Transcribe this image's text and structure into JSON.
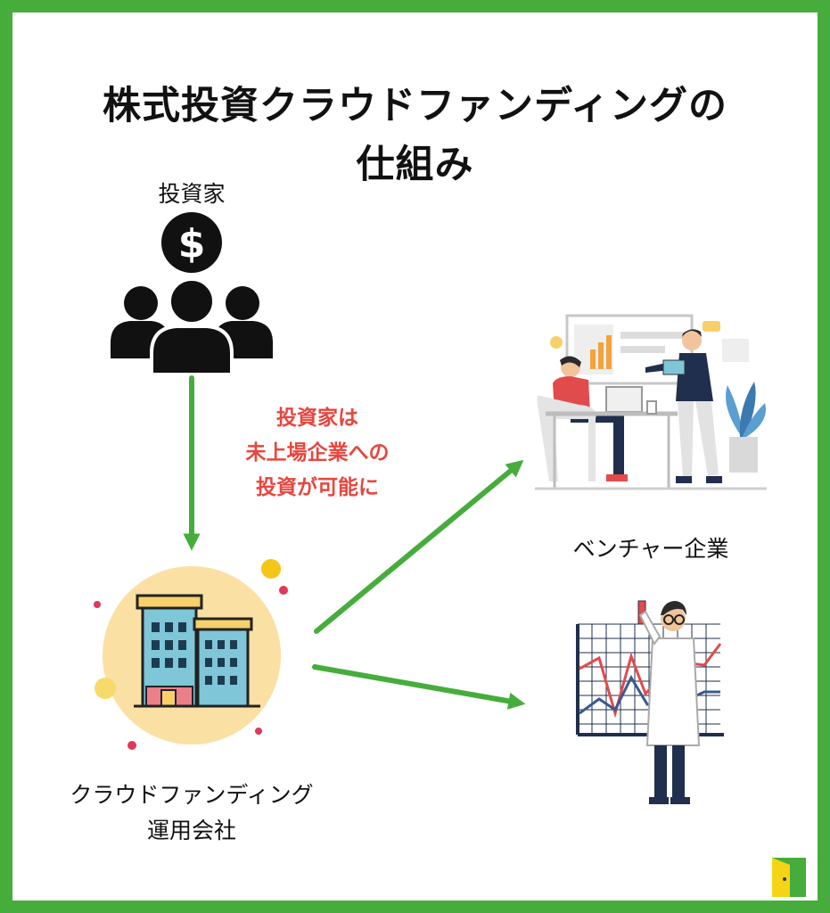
{
  "title": {
    "line1": "株式投資クラウドファンディングの",
    "line2": "仕組み"
  },
  "investor": {
    "label": "投資家"
  },
  "note": {
    "line1": "投資家は",
    "line2": "未上場企業への",
    "line3": "投資が可能に"
  },
  "platform": {
    "label_line1": "クラウドファンディング",
    "label_line2": "運用会社"
  },
  "venture": {
    "label": "ベンチャー企業"
  },
  "colors": {
    "frame": "#46ad3c",
    "arrow": "#46ad3c",
    "note": "#e8463f",
    "building_circle": "#fbe0a4"
  },
  "icons": [
    "dollar-coin-icon",
    "people-group-icon",
    "building-icon",
    "meeting-illustration",
    "scientist-chart-illustration",
    "logo-icon"
  ]
}
